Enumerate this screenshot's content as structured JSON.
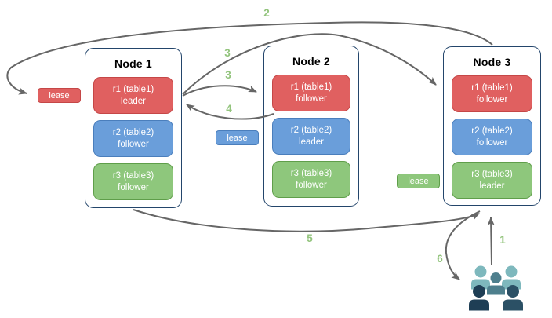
{
  "nodes": [
    {
      "title": "Node 1",
      "replicas": [
        {
          "name": "r1 (table1)",
          "role": "leader",
          "color": "red"
        },
        {
          "name": "r2 (table2)",
          "role": "follower",
          "color": "blue"
        },
        {
          "name": "r3 (table3)",
          "role": "follower",
          "color": "green"
        }
      ]
    },
    {
      "title": "Node 2",
      "replicas": [
        {
          "name": "r1 (table1)",
          "role": "follower",
          "color": "red"
        },
        {
          "name": "r2 (table2)",
          "role": "leader",
          "color": "blue"
        },
        {
          "name": "r3 (table3)",
          "role": "follower",
          "color": "green"
        }
      ]
    },
    {
      "title": "Node 3",
      "replicas": [
        {
          "name": "r1 (table1)",
          "role": "follower",
          "color": "red"
        },
        {
          "name": "r2 (table2)",
          "role": "follower",
          "color": "blue"
        },
        {
          "name": "r3 (table3)",
          "role": "leader",
          "color": "green"
        }
      ]
    }
  ],
  "leases": [
    {
      "label": "lease",
      "color": "red"
    },
    {
      "label": "lease",
      "color": "blue"
    },
    {
      "label": "lease",
      "color": "green"
    }
  ],
  "steps": [
    {
      "label": "2"
    },
    {
      "label": "3"
    },
    {
      "label": "3"
    },
    {
      "label": "4"
    },
    {
      "label": "5"
    },
    {
      "label": "1"
    },
    {
      "label": "6"
    }
  ],
  "icons": {
    "users_group": "users-group-icon"
  },
  "colors": {
    "red_fill": "#e06060",
    "red_border": "#c54747",
    "blue_fill": "#6a9eda",
    "blue_border": "#4a7ebc",
    "green_fill": "#8ec77c",
    "green_border": "#5f9e4a",
    "node_border": "#23456b",
    "arrow": "#666666",
    "step_label": "#93c47d",
    "users_light": "#7eb8bd",
    "users_mid": "#4e7f8d",
    "users_dark_left": "#1e3e55",
    "users_dark_right": "#2b5065"
  }
}
